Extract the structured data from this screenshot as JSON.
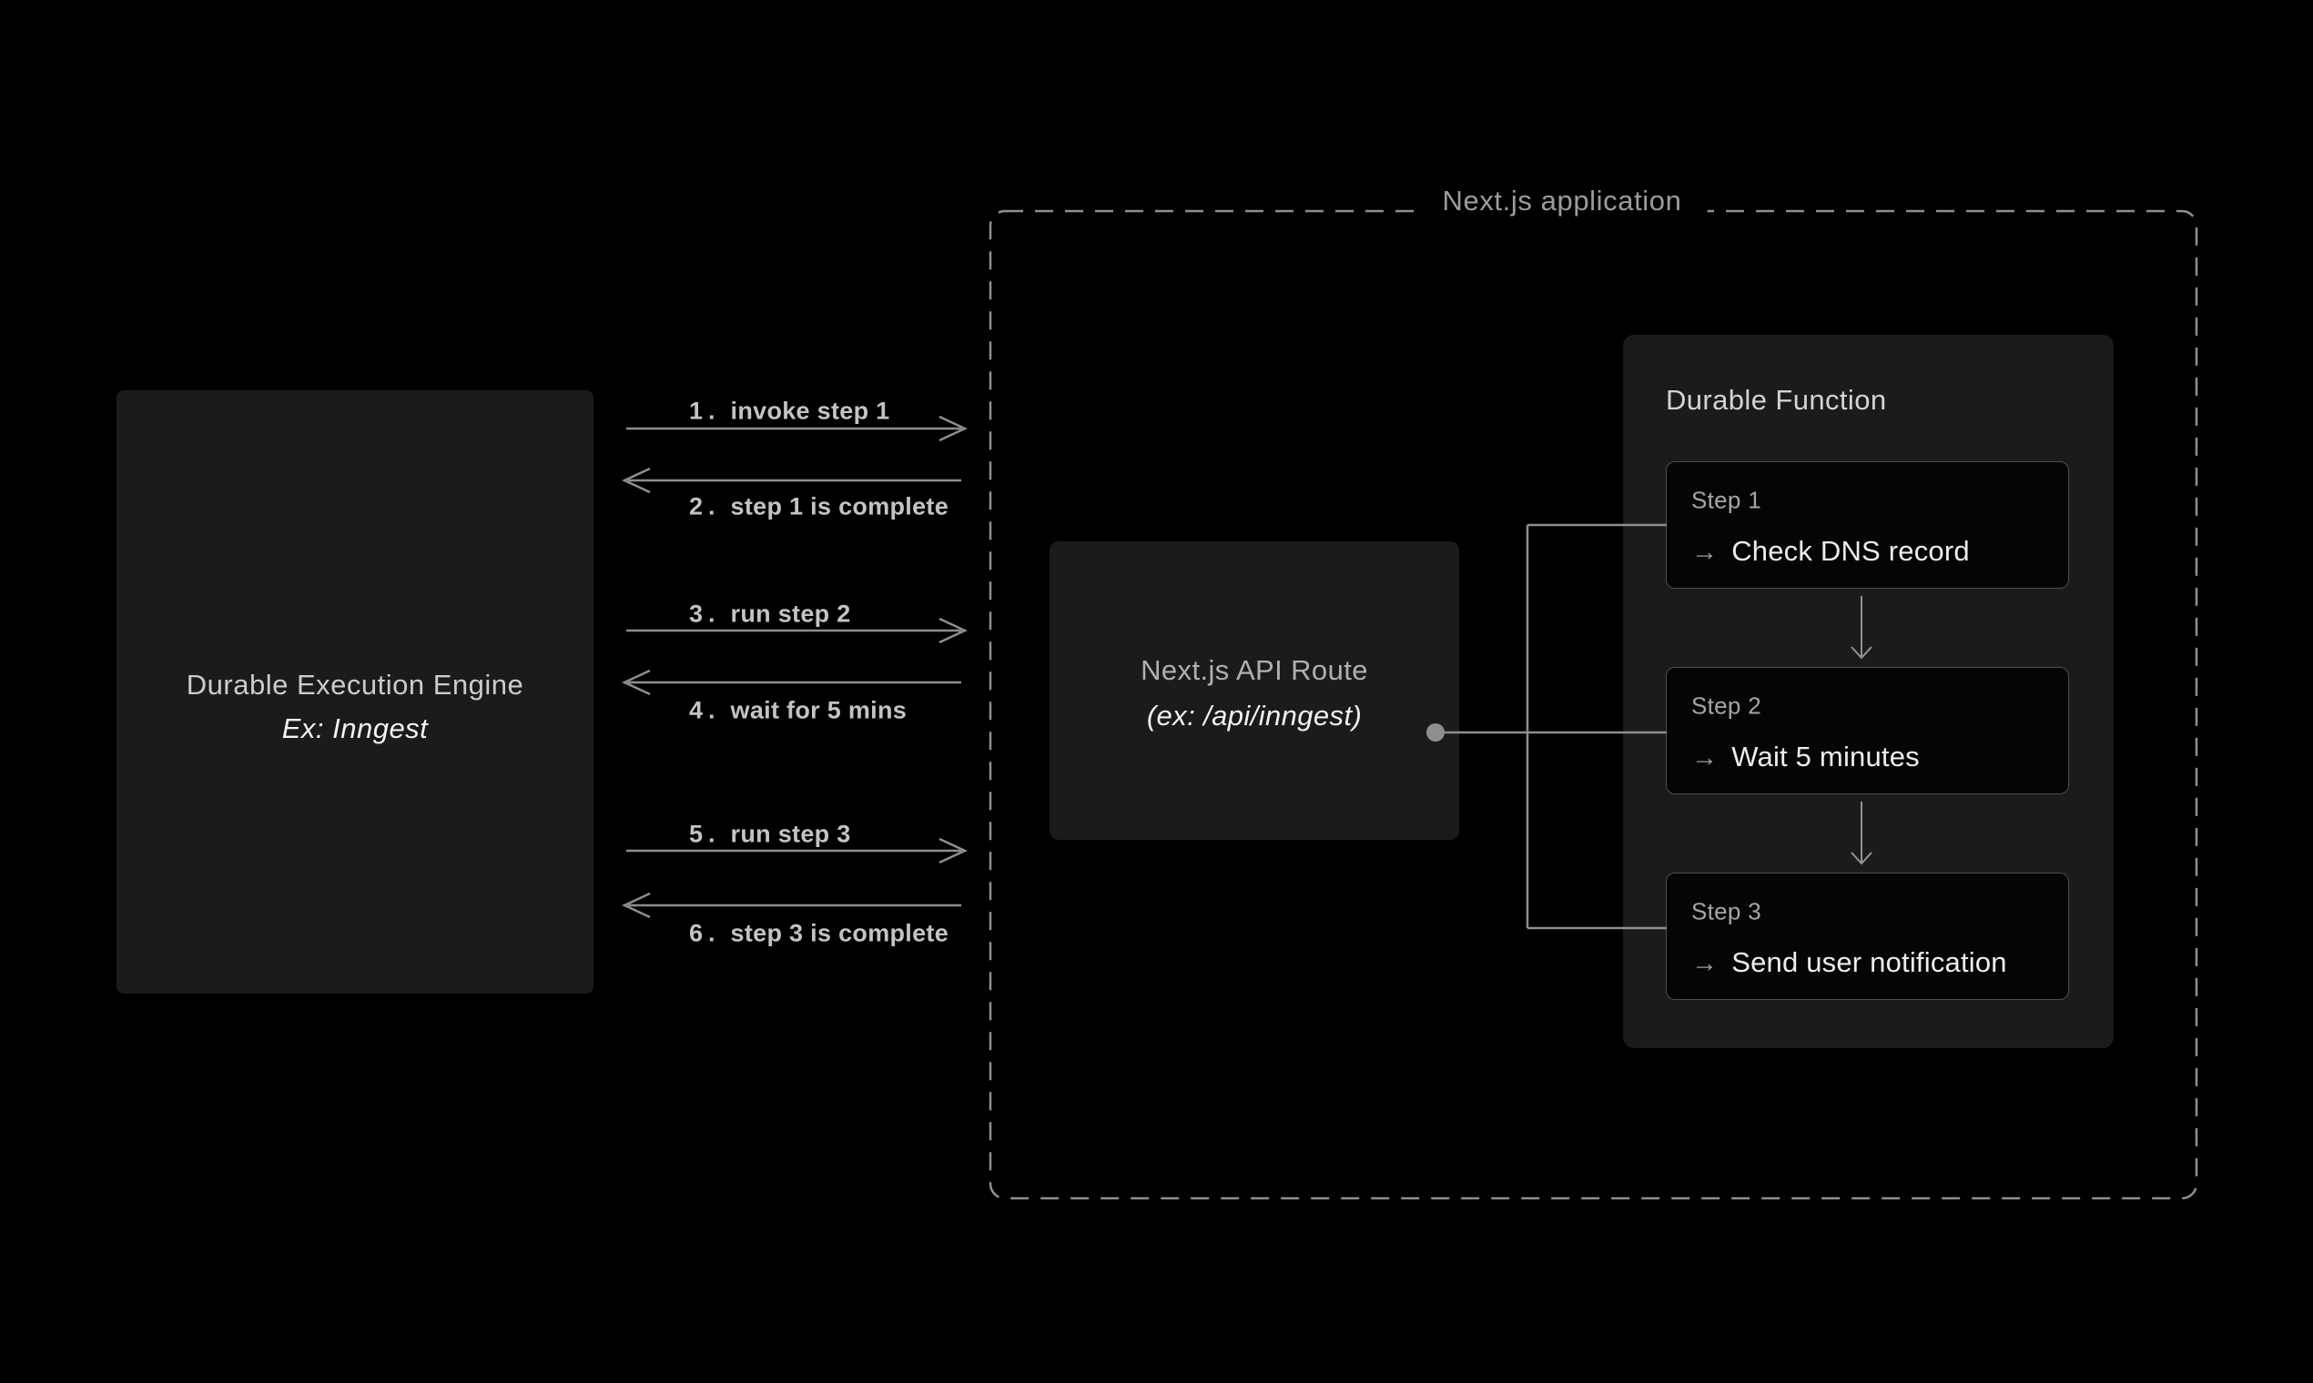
{
  "colors": {
    "background": "#000000",
    "box_fill": "#1b1b1b",
    "card_fill": "#050505",
    "card_border": "#4e4e4e",
    "line_gray": "#8e8e8e",
    "text_bright": "#f1f1f1",
    "text_muted": "#9c9c9c"
  },
  "engine_box": {
    "title": "Durable Execution Engine",
    "subtitle": "Ex: Inngest"
  },
  "messages": [
    {
      "num": "1.",
      "text": "invoke step 1",
      "direction": "right"
    },
    {
      "num": "2.",
      "text": "step 1 is complete",
      "direction": "left"
    },
    {
      "num": "3.",
      "text": "run step 2",
      "direction": "right"
    },
    {
      "num": "4.",
      "text": "wait for 5 mins",
      "direction": "left"
    },
    {
      "num": "5.",
      "text": "run step 3",
      "direction": "right"
    },
    {
      "num": "6.",
      "text": "step 3 is complete",
      "direction": "left"
    }
  ],
  "app_box": {
    "title": "Next.js application"
  },
  "api_route_box": {
    "title": "Next.js API Route",
    "subtitle": "(ex: /api/inngest)"
  },
  "durable_function": {
    "title": "Durable Function",
    "steps": [
      {
        "label": "Step 1",
        "arrow_icon": "→",
        "action": "Check DNS record"
      },
      {
        "label": "Step 2",
        "arrow_icon": "→",
        "action": "Wait 5 minutes"
      },
      {
        "label": "Step 3",
        "arrow_icon": "→",
        "action": "Send user notification"
      }
    ]
  }
}
